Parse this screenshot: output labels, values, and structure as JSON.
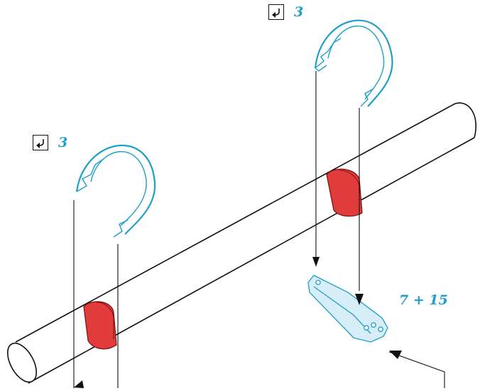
{
  "colors": {
    "line": "#111111",
    "clip_outline": "#1ea0c8",
    "clip_fill": "#cfeaf6",
    "grommet_fill": "#e23b3b",
    "grommet_edge": "#7a1010",
    "label": "#1ea0c8"
  },
  "callouts": {
    "top": {
      "icon": "return-arrow-icon",
      "count": "3"
    },
    "left": {
      "icon": "return-arrow-icon",
      "count": "3"
    },
    "bracket": {
      "text": "7 + 15"
    }
  }
}
